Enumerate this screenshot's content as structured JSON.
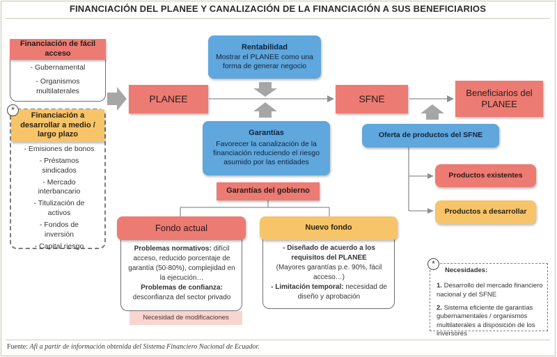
{
  "title": "FINANCIACIÓN DEL PLANEE Y CANALIZACIÓN DE LA FINANCIACIÓN A SUS BENEFICIARIOS",
  "colors": {
    "red": "#ec7b73",
    "orange": "#f7c46a",
    "blue": "#5fa7dd",
    "pink": "#f8d6cf",
    "arrow_grey": "#a6a6a6"
  },
  "left": {
    "easy": {
      "title": "Financiación de fácil acceso",
      "items": [
        "- Gubernamental",
        "- Organismos multilaterales"
      ]
    },
    "develop": {
      "marker": "*",
      "title": "Financiación a desarrollar a medio / largo plazo",
      "items": [
        "- Emisiones de bonos",
        "- Préstamos sindicados",
        "- Mercado interbancario",
        "- Titulización de activos",
        "- Fondos de inversión",
        "- Capital riesgo"
      ]
    }
  },
  "center": {
    "planee": "PLANEE",
    "sfne": "SFNE",
    "beneficiaries": "Beneficiarios del PLANEE",
    "rentabilidad": {
      "title": "Rentabilidad",
      "text": "Mostrar el PLANEE como una forma de generar negocio"
    },
    "garantias": {
      "title": "Garantías",
      "text": "Favorecer la canalización de la financiación reduciendo el riesgo asumido por las entidades"
    },
    "gov_guarantees": "Garantías del gobierno"
  },
  "fondo_actual": {
    "title": "Fondo actual",
    "p1_bold": "Problemas normativos:",
    "p1_text": "difícil acceso, reducido porcentaje de garantía (50-80%), complejidad en la ejecución…",
    "p2_bold": "Problemas de confianza:",
    "p2_text": "desconfianza del sector privado",
    "note": "Necesidad de modificaciones"
  },
  "nuevo_fondo": {
    "title": "Nuevo fondo",
    "p1_bold": "Diseñado de acuerdo a los requisitos del PLANEE",
    "p1_text": "(Mayores garantías p.e. 90%, fácil acceso…)",
    "p2_bold": "Limitación temporal:",
    "p2_text": "necesidad de diseño y aprobación"
  },
  "right": {
    "oferta": "Oferta de productos del SFNE",
    "existentes": "Productos existentes",
    "desarrollar": "Productos a desarrollar"
  },
  "needs": {
    "marker": "*",
    "title": "Necesidades:",
    "items": [
      {
        "num": "1.",
        "text": "Desarrollo del mercado financiero nacional y del SFNE"
      },
      {
        "num": "2.",
        "text": "Sistema eficiente de garantías gubernamentales / organismos multilaterales a disposición de los inversores"
      }
    ]
  },
  "source": {
    "label": "Fuente:",
    "text": "Afi a partir de información obtenida del Sistema Financiero Nacional de Ecuador."
  }
}
